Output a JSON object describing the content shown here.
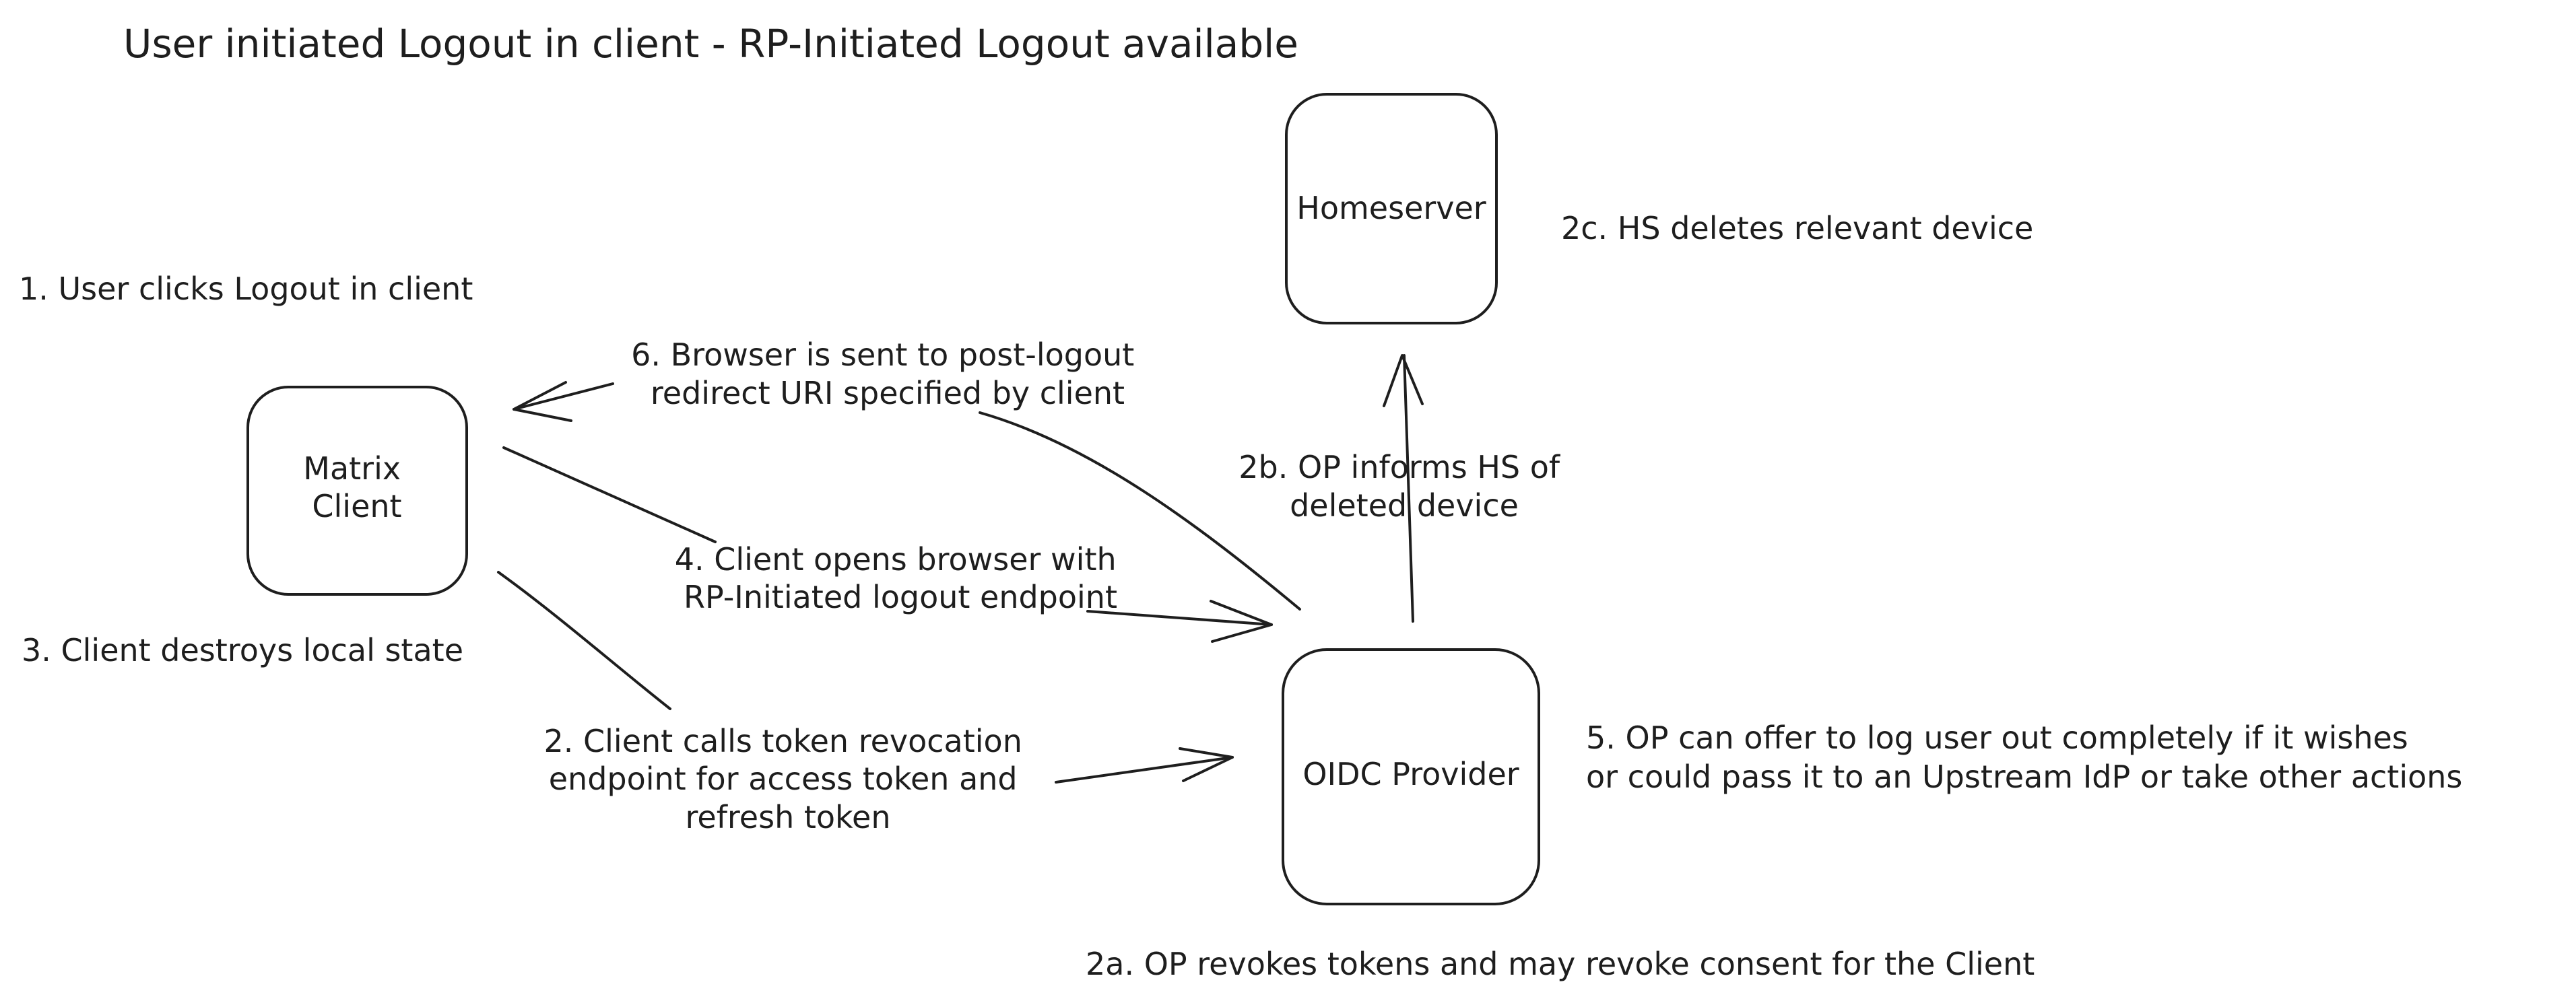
{
  "title": "User initiated Logout in client - RP-Initiated Logout available",
  "nodes": {
    "homeserver": "Homeserver",
    "matrix_client": [
      "Matrix",
      "Client"
    ],
    "oidc_provider": "OIDC Provider"
  },
  "steps": {
    "step1": "1. User clicks Logout in client",
    "step2": [
      "2. Client calls token revocation",
      "endpoint for access token and",
      "refresh token"
    ],
    "step2a": "2a. OP revokes tokens and may revoke consent for the Client",
    "step2b": [
      "2b. OP informs HS of",
      "deleted device"
    ],
    "step2c": "2c. HS deletes relevant device",
    "step3": "3. Client destroys local state",
    "step4": [
      "4. Client opens browser with",
      "RP-Initiated logout endpoint"
    ],
    "step5": [
      "5. OP can offer to log user out completely if it wishes",
      "or could pass it to an Upstream IdP or take other actions"
    ],
    "step6": [
      "6. Browser is sent to post-logout",
      "redirect URI specified by client"
    ]
  }
}
